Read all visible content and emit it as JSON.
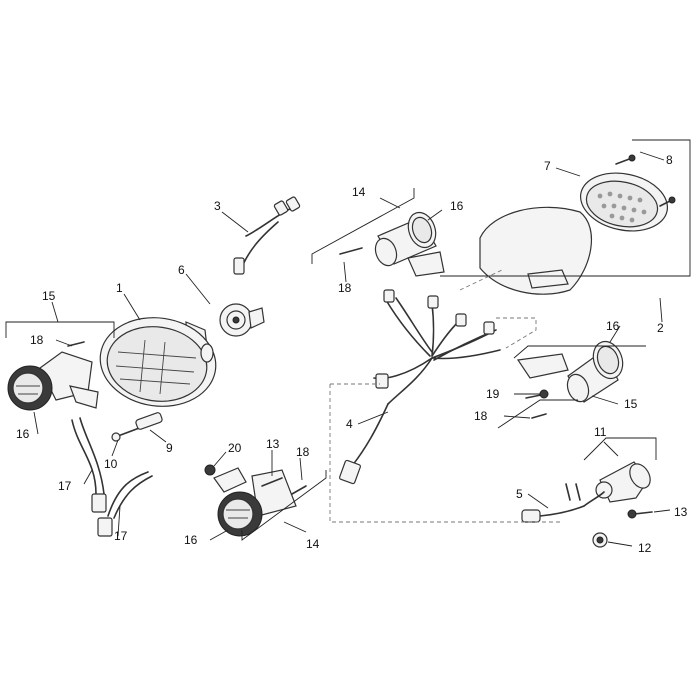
{
  "diagram": {
    "callouts": [
      {
        "id": "c1",
        "label": "1"
      },
      {
        "id": "c2",
        "label": "2"
      },
      {
        "id": "c3",
        "label": "3"
      },
      {
        "id": "c4",
        "label": "4"
      },
      {
        "id": "c5",
        "label": "5"
      },
      {
        "id": "c6",
        "label": "6"
      },
      {
        "id": "c7",
        "label": "7"
      },
      {
        "id": "c8",
        "label": "8"
      },
      {
        "id": "c9",
        "label": "9"
      },
      {
        "id": "c10",
        "label": "10"
      },
      {
        "id": "c11",
        "label": "11"
      },
      {
        "id": "c12",
        "label": "12"
      },
      {
        "id": "c13a",
        "label": "13"
      },
      {
        "id": "c13b",
        "label": "13"
      },
      {
        "id": "c14a",
        "label": "14"
      },
      {
        "id": "c14b",
        "label": "14"
      },
      {
        "id": "c15a",
        "label": "15"
      },
      {
        "id": "c15b",
        "label": "15"
      },
      {
        "id": "c16a",
        "label": "16"
      },
      {
        "id": "c16b",
        "label": "16"
      },
      {
        "id": "c16c",
        "label": "16"
      },
      {
        "id": "c16d",
        "label": "16"
      },
      {
        "id": "c17a",
        "label": "17"
      },
      {
        "id": "c17b",
        "label": "17"
      },
      {
        "id": "c18a",
        "label": "18"
      },
      {
        "id": "c18b",
        "label": "18"
      },
      {
        "id": "c18c",
        "label": "18"
      },
      {
        "id": "c18d",
        "label": "18"
      },
      {
        "id": "c19",
        "label": "19"
      },
      {
        "id": "c20",
        "label": "20"
      }
    ]
  }
}
